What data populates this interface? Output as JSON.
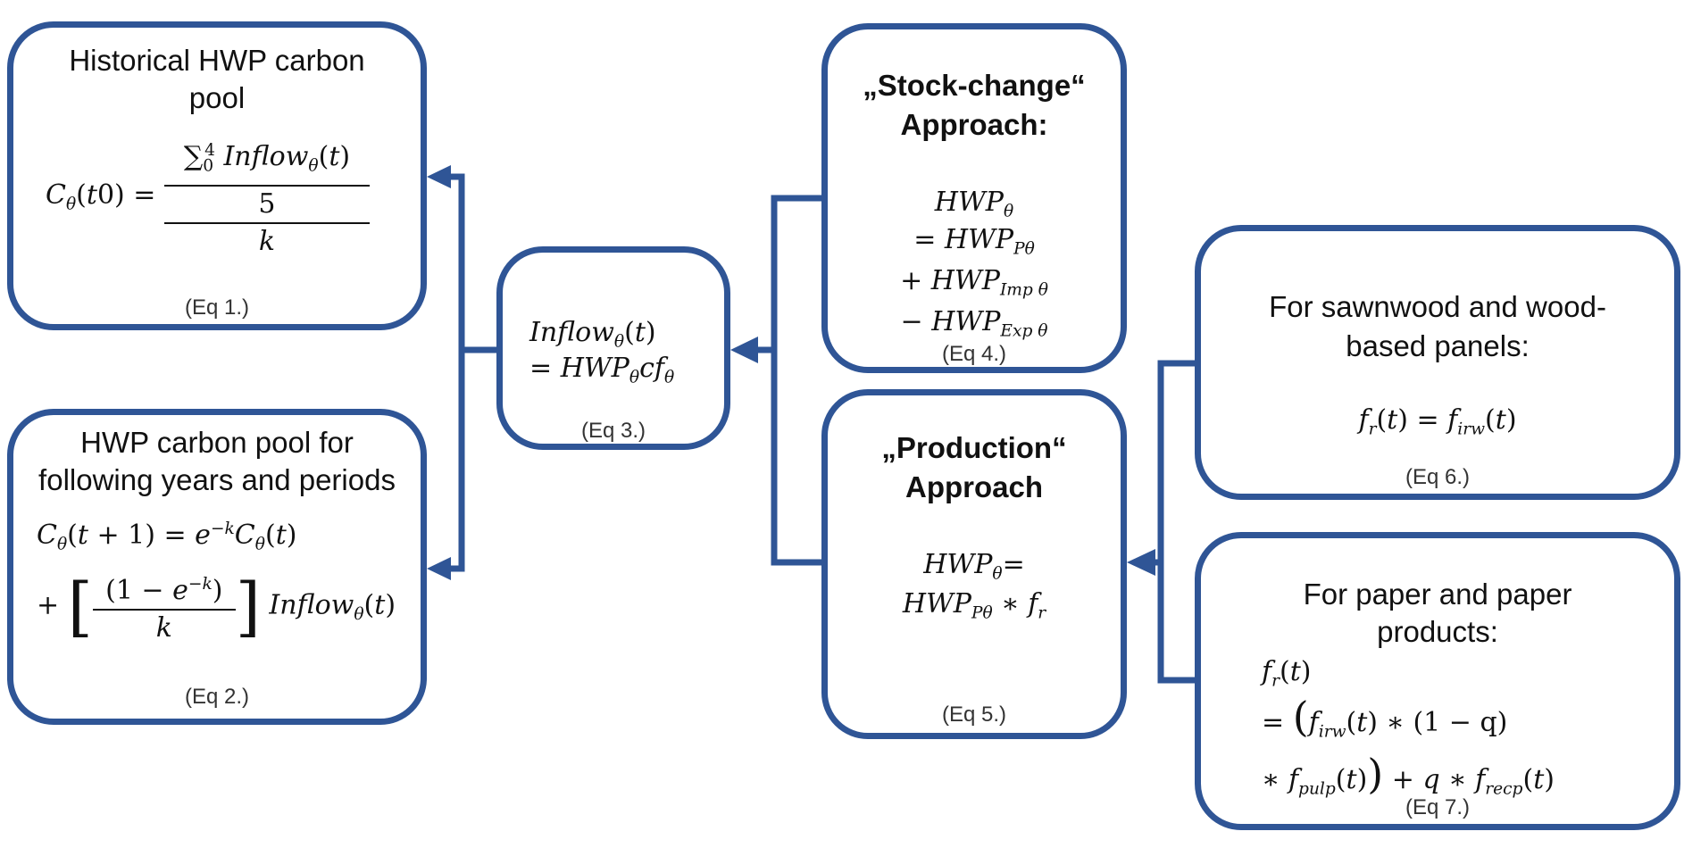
{
  "boxes": {
    "eq1": {
      "title": "Historical HWP carbon pool",
      "label": "(Eq 1.)"
    },
    "eq2": {
      "title_line1": "HWP carbon pool for",
      "title_line2": "following years and periods",
      "label": "(Eq 2.)"
    },
    "eq3": {
      "label": "(Eq 3.)"
    },
    "eq4": {
      "title_line1": "„Stock-change“",
      "title_line2": "Approach:",
      "label": "(Eq 4.)"
    },
    "eq5": {
      "title_line1": "„Production“",
      "title_line2": "Approach",
      "label": "(Eq 5.)"
    },
    "eq6": {
      "title_line1": "For sawnwood and wood-",
      "title_line2": "based panels:",
      "label": "(Eq 6.)"
    },
    "eq7": {
      "title_line1": "For paper and paper",
      "title_line2": "products:",
      "label": "(Eq 7.)"
    }
  },
  "colors": {
    "border": "#2f5596",
    "connector": "#2f5596"
  }
}
